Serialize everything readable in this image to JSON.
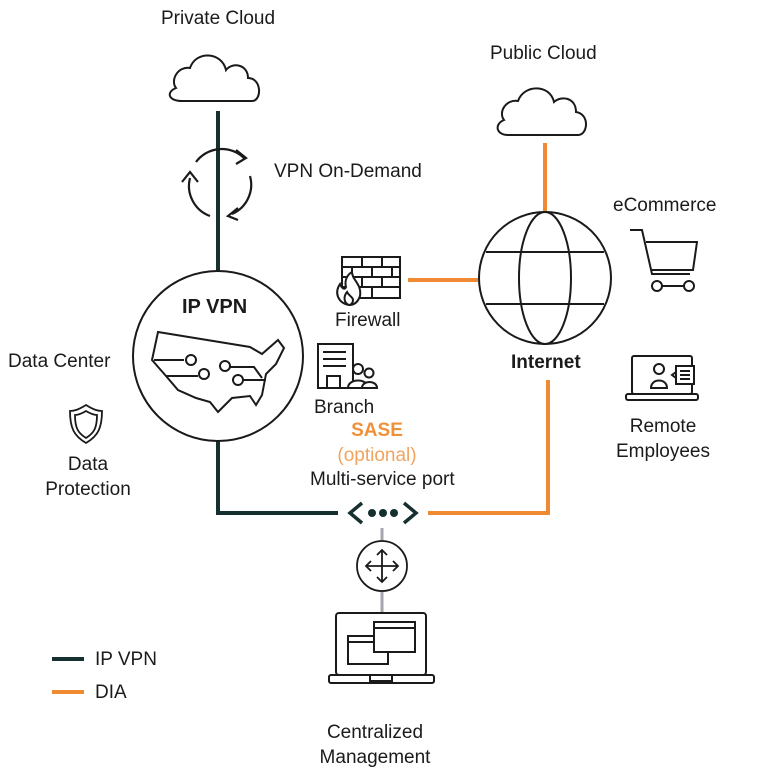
{
  "colors": {
    "ip_vpn": "#16302f",
    "dia": "#ef8a33",
    "management_link": "#a6a6ae",
    "icon_stroke": "#1a1a1a"
  },
  "nodes": {
    "private_cloud": {
      "label": "Private Cloud",
      "icon": "cloud-icon"
    },
    "vpn_on_demand": {
      "label": "VPN On-Demand",
      "icon": "refresh-cycle-icon"
    },
    "ip_vpn": {
      "label": "IP VPN",
      "icon": "usa-map-network-icon"
    },
    "data_center": {
      "label": "Data Center"
    },
    "data_protection": {
      "label_line1": "Data",
      "label_line2": "Protection",
      "icon": "shield-icon"
    },
    "firewall": {
      "label": "Firewall",
      "icon": "firewall-icon"
    },
    "branch": {
      "label": "Branch",
      "icon": "branch-building-icon"
    },
    "sase": {
      "label": "SASE",
      "sublabel": "(optional)"
    },
    "multi_service_port": {
      "label": "Multi-service port",
      "icon": "port-dots-icon"
    },
    "public_cloud": {
      "label": "Public Cloud",
      "icon": "cloud-icon"
    },
    "internet": {
      "label": "Internet",
      "icon": "globe-icon"
    },
    "ecommerce": {
      "label": "eCommerce",
      "icon": "shopping-cart-icon"
    },
    "remote_employees": {
      "label_line1": "Remote",
      "label_line2": "Employees",
      "icon": "laptop-user-icon"
    },
    "router": {
      "icon": "router-arrows-icon"
    },
    "centralized_management": {
      "label_line1": "Centralized",
      "label_line2": "Management",
      "icon": "laptop-windows-icon"
    }
  },
  "edges": [
    {
      "from": "private_cloud",
      "to": "ip_vpn",
      "type": "ip_vpn"
    },
    {
      "from": "ip_vpn",
      "to": "multi_service_port",
      "type": "ip_vpn"
    },
    {
      "from": "public_cloud",
      "to": "internet",
      "type": "dia"
    },
    {
      "from": "firewall",
      "to": "internet",
      "type": "dia"
    },
    {
      "from": "internet",
      "to": "multi_service_port",
      "type": "dia"
    },
    {
      "from": "multi_service_port",
      "to": "centralized_management",
      "type": "management"
    }
  ],
  "legend": [
    {
      "label": "IP VPN",
      "type": "ip_vpn"
    },
    {
      "label": "DIA",
      "type": "dia"
    }
  ]
}
